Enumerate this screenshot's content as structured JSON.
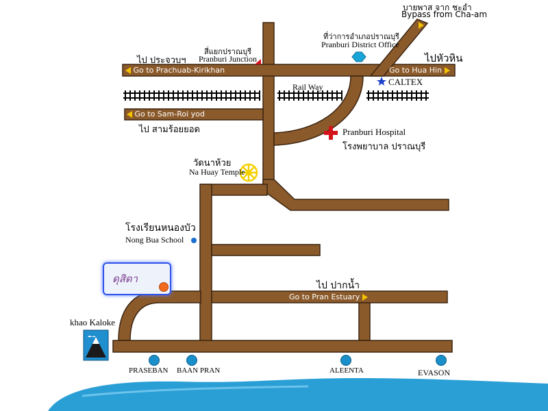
{
  "routes": {
    "cha_am_thai": "บายพาส จาก ชะอำ",
    "cha_am_en": "Bypass from Cha-am",
    "prachuab_thai": "ไป ประจวบฯ",
    "prachuab_en": "Go to Prachuab-Kirikhan",
    "hua_hin_thai": "ไปหัวหิน",
    "hua_hin_en": "Go to Hua Hin",
    "sam_roi_yod_en": "Go to Sam-Roi yod",
    "sam_roi_yod_thai": "ไป สามร้อยยอด",
    "pran_estuary_thai": "ไป ปากน้ำ",
    "pran_estuary_en": "Go to Pran Estuary"
  },
  "places": {
    "junction_thai": "สี่แยกปราณบุรี",
    "junction_en": "Pranburi Junction",
    "district_office_thai": "ที่ว่าการอำเภอปราณบุรี",
    "district_office_en": "Pranburi District Office",
    "caltex": "CALTEX",
    "railway": "Rail Way",
    "hospital_en": "Pranburi Hospital",
    "hospital_thai": "โรงพยาบาล ปราณบุรี",
    "temple_thai": "วัดนาห้วย",
    "temple_en": "Na Huay Temple",
    "school_thai": "โรงเรียนหนองบัว",
    "school_en": "Nong Bua School",
    "mountain": "khao Kaloke"
  },
  "resort": {
    "logo_text": "ดุสิดา"
  },
  "stops": [
    "PRASEBAN",
    "BAAN PRAN",
    "ALEENTA",
    "EVASON"
  ],
  "colors": {
    "road": "#8b5a2b",
    "road_edge": "#3b2410",
    "sea": "#2a9fd6",
    "arrow": "#f5c200",
    "hospital_cross": "#d4121a",
    "temple_wheel": "#f5d000",
    "resort_border": "#2f54e8"
  }
}
